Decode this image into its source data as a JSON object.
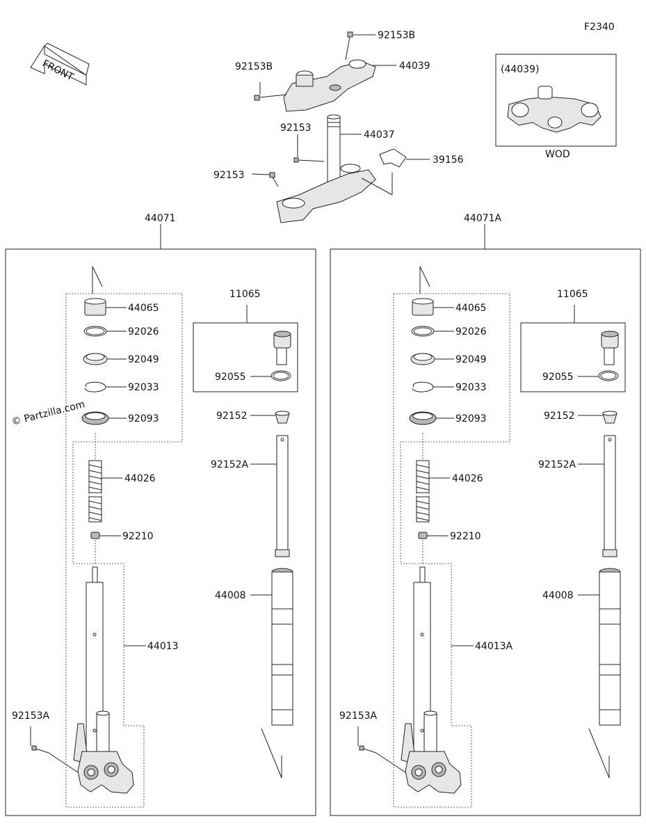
{
  "figure_id": "F2340",
  "watermark": "© Partzilla.com",
  "front_label": "FRONT",
  "top": {
    "bolt_upper": "92153B",
    "bolt_left": "92153B",
    "upper_bracket": "44039",
    "stem_bolt": "92153",
    "stem": "44037",
    "cover": "39156",
    "lower_bolt": "92153"
  },
  "inset": {
    "ref": "(44039)",
    "caption": "WOD"
  },
  "left_fork": {
    "assembly": "44071",
    "bushing": "44065",
    "ring": "92026",
    "seal": "92049",
    "clip": "92033",
    "dust_seal": "92093",
    "spring": "44026",
    "nut": "92210",
    "outer_tube": "44013",
    "axle_bolt": "92153A",
    "cap_assy": "11065",
    "oring": "92055",
    "collar": "92152",
    "inner_pipe": "92152A",
    "inner_tube": "44008"
  },
  "right_fork": {
    "assembly": "44071A",
    "bushing": "44065",
    "ring": "92026",
    "seal": "92049",
    "clip": "92033",
    "dust_seal": "92093",
    "spring": "44026",
    "nut": "92210",
    "outer_tube": "44013A",
    "axle_bolt": "92153A",
    "cap_assy": "11065",
    "oring": "92055",
    "collar": "92152",
    "inner_pipe": "92152A",
    "inner_tube": "44008"
  }
}
